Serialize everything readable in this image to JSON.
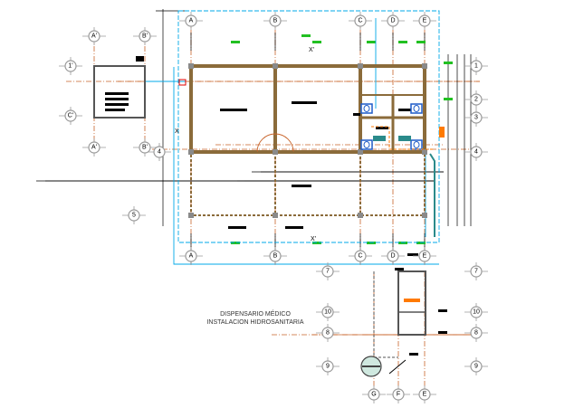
{
  "title_lines": [
    "DISPENSARIO MÉDICO",
    "INSTALACION HIDROSANITARIA"
  ],
  "axis_marks": {
    "x_top": "X'",
    "x_bottom": "X'",
    "x_left": "X"
  },
  "grid_bubbles": {
    "main_top": [
      "A",
      "B",
      "C",
      "D",
      "E"
    ],
    "main_bottom": [
      "A",
      "B",
      "C",
      "D",
      "E"
    ],
    "main_right": [
      "1",
      "2",
      "3",
      "4"
    ],
    "main_left": [
      "4",
      "5"
    ],
    "small_top": [
      "A'",
      "B'"
    ],
    "small_bottom": [
      "A'",
      "B'"
    ],
    "small_left": [
      "1'",
      "C'"
    ],
    "tank_rows": [
      "7",
      "10",
      "8",
      "9"
    ],
    "tank_bottom": [
      "G",
      "F",
      "E"
    ]
  },
  "colors": {
    "wall": "#8b6b3a",
    "water": "#00a8e8",
    "axis": "#c8642a",
    "dim": "#000000",
    "green_dim": "#22c022",
    "bubble": "#9a9a9a",
    "fixture": "#1e5cc8",
    "hot": "#ff7a00",
    "teal": "#2a8a8a"
  }
}
